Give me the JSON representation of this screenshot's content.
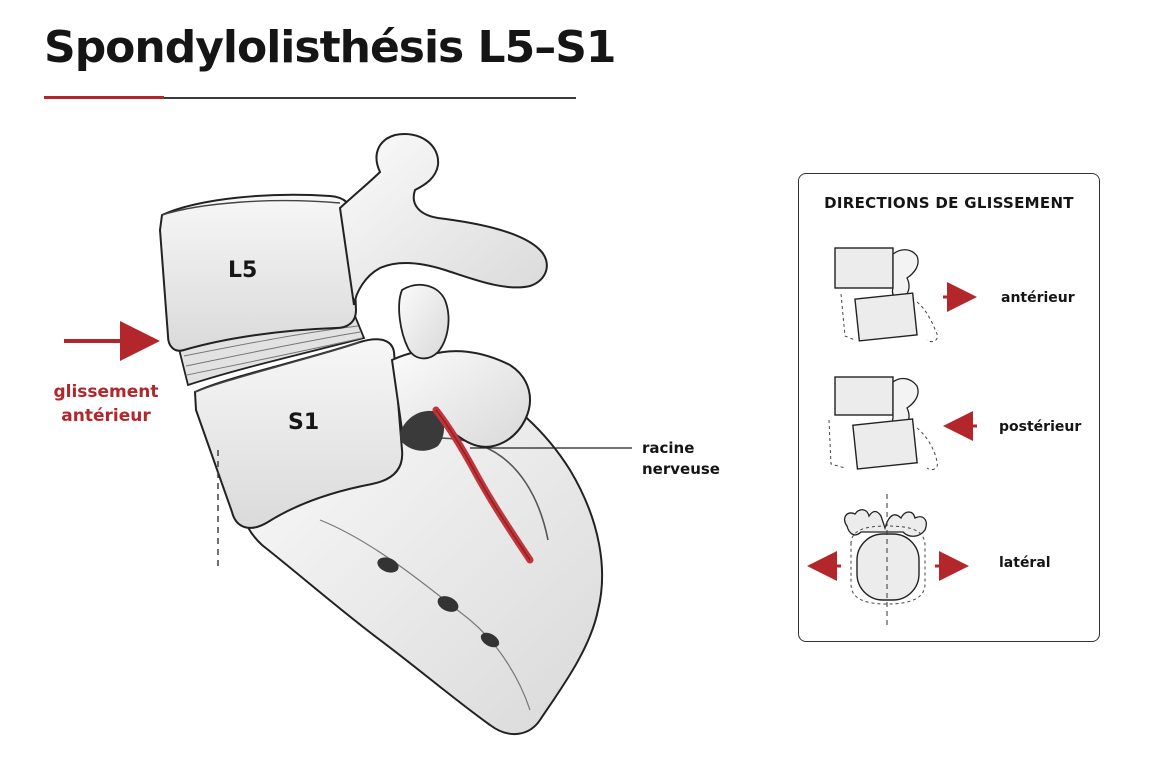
{
  "title": "Spondylolisthésis L5–S1",
  "labels": {
    "l5": "L5",
    "s1": "S1",
    "slip_line1": "glissement",
    "slip_line2": "antérieur",
    "nerve_line1": "racine",
    "nerve_line2": "nerveuse"
  },
  "panel": {
    "title": "DIRECTIONS DE GLISSEMENT",
    "directions": [
      {
        "label": "antérieur"
      },
      {
        "label": "postérieur"
      },
      {
        "label": "latéral"
      }
    ]
  },
  "colors": {
    "accent_red": "#b3262b",
    "nerve_red": "#c0343a",
    "bone_fill": "#f1f1f1",
    "line": "#222222"
  }
}
